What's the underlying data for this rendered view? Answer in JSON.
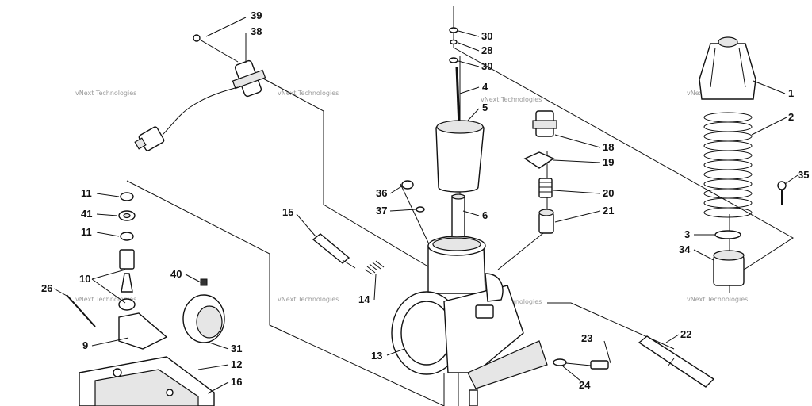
{
  "watermark": "vNext Technologies",
  "callouts": [
    "39",
    "38",
    "30",
    "28",
    "30",
    "4",
    "5",
    "1",
    "2",
    "18",
    "19",
    "20",
    "21",
    "35",
    "3",
    "34",
    "11",
    "41",
    "11",
    "10",
    "26",
    "9",
    "40",
    "31",
    "12",
    "16",
    "36",
    "37",
    "6",
    "15",
    "14",
    "13",
    "22",
    "23",
    "24"
  ]
}
